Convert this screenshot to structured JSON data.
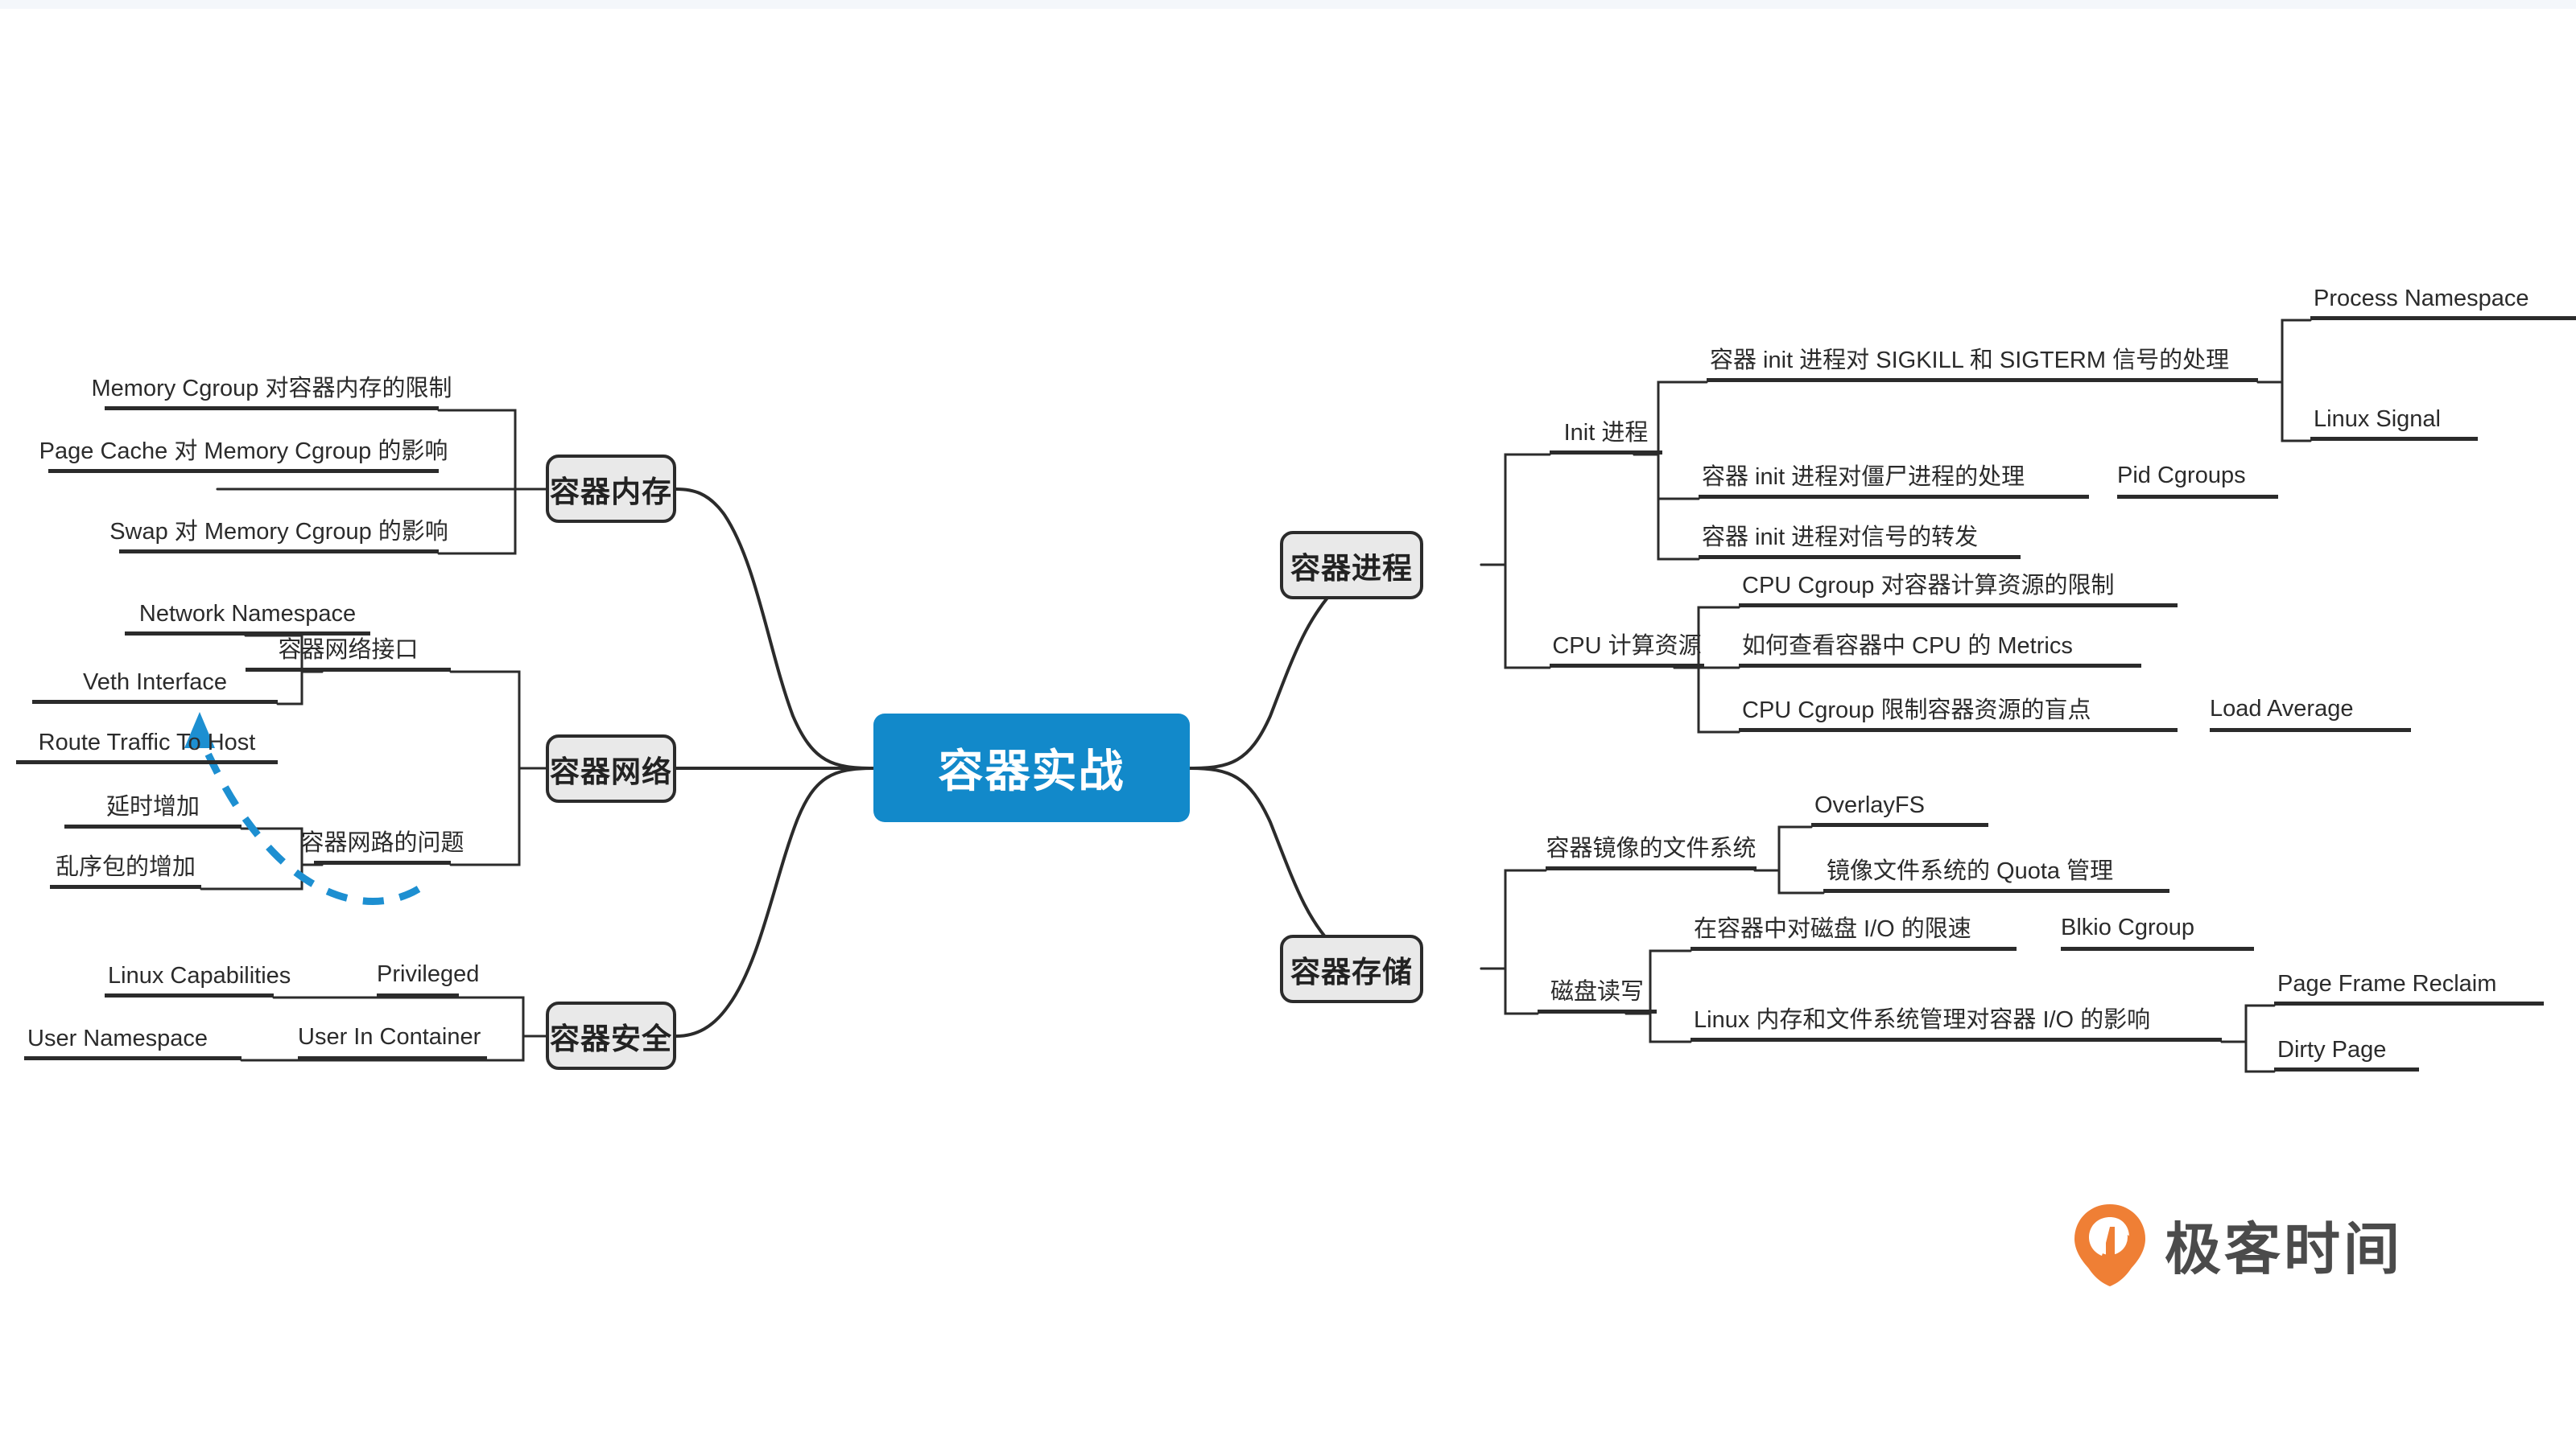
{
  "theme": {
    "root_fill": "#1289ca",
    "root_text": "#ffffff",
    "branch_fill": "#e9e9e9",
    "branch_border": "#2b2b2b",
    "leaf_text": "#2b2b2b",
    "line_color": "#2b2b2b",
    "highlight_arrow": "#1d8fd1",
    "logo_orange": "#ef7f35",
    "logo_gray": "#4b4b4b",
    "background": "#ffffff",
    "top_strip": "#f4f7fb"
  },
  "mindmap": {
    "root": "容器实战",
    "branches": [
      {
        "id": "memory",
        "label": "容器内存",
        "side": "left",
        "children": [
          {
            "label": "Memory Cgroup 对容器内存的限制"
          },
          {
            "label": "Page Cache 对 Memory Cgroup 的影响"
          },
          {
            "label": "Swap 对 Memory Cgroup 的影响"
          }
        ]
      },
      {
        "id": "network",
        "label": "容器网络",
        "side": "left",
        "children": [
          {
            "label": "容器网络接口",
            "children": [
              {
                "label": "Network Namespace"
              },
              {
                "label": "Veth Interface"
              },
              {
                "label": "Route Traffic To Host"
              }
            ]
          },
          {
            "label": "容器网路的问题",
            "children": [
              {
                "label": "延时增加"
              },
              {
                "label": "乱序包的增加"
              }
            ]
          }
        ]
      },
      {
        "id": "security",
        "label": "容器安全",
        "side": "left",
        "children": [
          {
            "label": "Linux Capabilities",
            "sub": "Privileged"
          },
          {
            "label": "User Namespace",
            "sub": "User In Container"
          }
        ]
      },
      {
        "id": "process",
        "label": "容器进程",
        "side": "right",
        "children": [
          {
            "label": "Init 进程",
            "children": [
              {
                "label": "容器 init 进程对 SIGKILL 和 SIGTERM 信号的处理",
                "children": [
                  {
                    "label": "Process Namespace"
                  },
                  {
                    "label": "Linux Signal"
                  }
                ]
              },
              {
                "label": "容器 init 进程对僵尸进程的处理",
                "sub": "Pid Cgroups"
              },
              {
                "label": "容器 init 进程对信号的转发"
              }
            ]
          },
          {
            "label": "CPU 计算资源",
            "children": [
              {
                "label": "CPU Cgroup 对容器计算资源的限制"
              },
              {
                "label": "如何查看容器中 CPU 的 Metrics"
              },
              {
                "label": "CPU Cgroup 限制容器资源的盲点",
                "sub": "Load Average"
              }
            ]
          }
        ]
      },
      {
        "id": "storage",
        "label": "容器存储",
        "side": "right",
        "children": [
          {
            "label": "容器镜像的文件系统",
            "children": [
              {
                "label": "OverlayFS"
              },
              {
                "label": "镜像文件系统的 Quota 管理"
              }
            ]
          },
          {
            "label": "磁盘读写",
            "children": [
              {
                "label": "在容器中对磁盘 I/O 的限速",
                "sub": "Blkio Cgroup"
              },
              {
                "label": "Linux 内存和文件系统管理对容器 I/O 的影响",
                "children": [
                  {
                    "label": "Page Frame Reclaim"
                  },
                  {
                    "label": "Dirty Page"
                  }
                ]
              }
            ]
          }
        ]
      }
    ]
  },
  "annotation": {
    "arrow": "dashed-blue-curve-pointing-to-route-traffic-to-host"
  },
  "logo": {
    "wordmark": "极客时间",
    "mark": "geektime-pin-icon"
  }
}
